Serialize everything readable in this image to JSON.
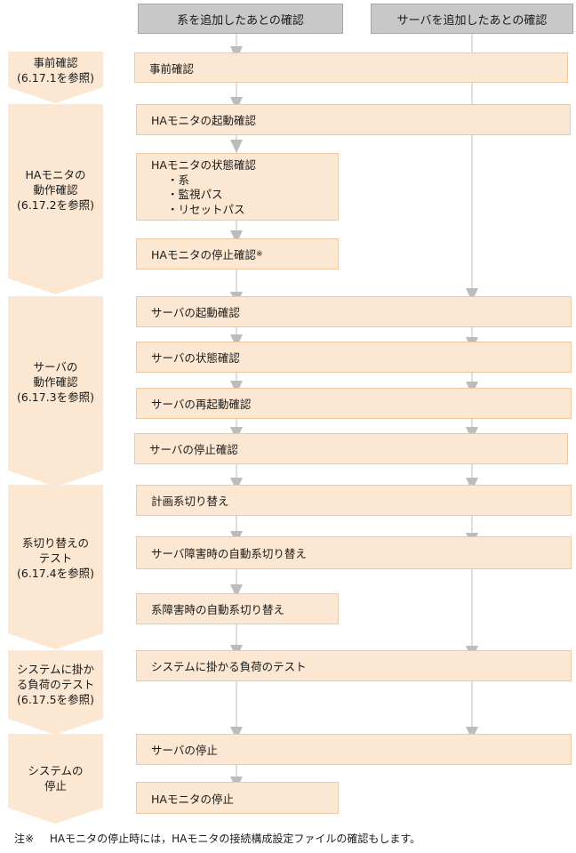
{
  "columns": {
    "system": "系を追加したあとの確認",
    "server": "サーバを追加したあとの確認"
  },
  "phases": [
    {
      "id": "pre",
      "lines": [
        "事前確認",
        "(6.17.1を参照)"
      ]
    },
    {
      "id": "ha",
      "lines": [
        "HAモニタの",
        "動作確認",
        "(6.17.2を参照)"
      ]
    },
    {
      "id": "server",
      "lines": [
        "サーバの",
        "動作確認",
        "(6.17.3を参照)"
      ]
    },
    {
      "id": "switch",
      "lines": [
        "系切り替えの",
        "テスト",
        "(6.17.4を参照)"
      ]
    },
    {
      "id": "load",
      "lines": [
        "システムに掛か",
        "る負荷のテスト",
        "(6.17.5を参照)"
      ]
    },
    {
      "id": "stop",
      "lines": [
        "システムの",
        "停止"
      ]
    }
  ],
  "steps": {
    "pre_check": "事前確認",
    "ha_start": "HAモニタの起動確認",
    "ha_state": "HAモニタの状態確認",
    "ha_state_items": [
      "・系",
      "・監視パス",
      "・リセットパス"
    ],
    "ha_stop": "HAモニタの停止確認",
    "ha_stop_mark": "※",
    "srv_start": "サーバの起動確認",
    "srv_state": "サーバの状態確認",
    "srv_restart": "サーバの再起動確認",
    "srv_stop": "サーバの停止確認",
    "planned_switch": "計画系切り替え",
    "srv_fail_switch": "サーバ障害時の自動系切り替え",
    "sys_fail_switch": "系障害時の自動系切り替え",
    "load_test": "システムに掛かる負荷のテスト",
    "server_shutdown": "サーバの停止",
    "ha_shutdown": "HAモニタの停止"
  },
  "footnote": {
    "mark": "注※",
    "text": "HAモニタの停止時には，HAモニタの接続構成設定ファイルの確認もします。"
  },
  "colors": {
    "step_fill": "#fbe7d2",
    "step_border": "#efc7a0",
    "header_fill": "#c8c8c8",
    "arrow": "#bcbcbc"
  }
}
